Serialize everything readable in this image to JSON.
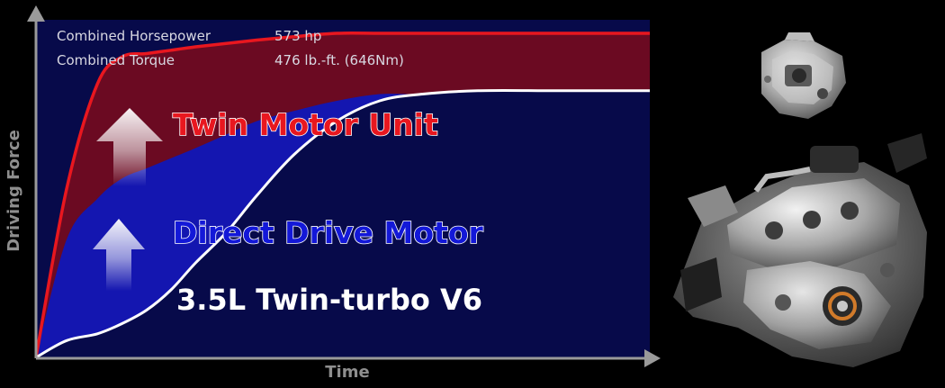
{
  "stats": {
    "horsepower_label": "Combined Horsepower",
    "horsepower_value": "573 hp",
    "torque_label": "Combined Torque",
    "torque_value": "476 lb.-ft. (646Nm)"
  },
  "colors": {
    "plot_background": "#070a4a",
    "twin_motor_fill": "#6b0a22",
    "twin_motor_line": "#e8171f",
    "direct_drive_fill": "#1416b0",
    "v6_line": "#ffffff",
    "axis": "#9a9a9a"
  },
  "chart_data": {
    "type": "area",
    "stacked": true,
    "xlabel": "Time",
    "ylabel": "Driving Force",
    "xlim": [
      0,
      100
    ],
    "ylim": [
      0,
      100
    ],
    "grid": false,
    "series": [
      {
        "name": "3.5L Twin-turbo V6",
        "x": [
          0,
          5,
          10,
          14,
          18,
          22,
          26,
          31,
          36,
          42,
          49,
          56,
          63,
          72,
          85,
          100
        ],
        "y": [
          0,
          5,
          7,
          10,
          14,
          20,
          28,
          37,
          48,
          60,
          70,
          76,
          78,
          79,
          79,
          79
        ]
      },
      {
        "name": "Direct Drive Motor",
        "x": [
          0,
          5,
          10,
          14,
          18,
          22,
          26,
          31,
          36,
          42,
          49,
          56,
          63,
          72,
          85,
          100
        ],
        "y": [
          0,
          35,
          47,
          53,
          56,
          59,
          62,
          66,
          70,
          73,
          76,
          78,
          78,
          79,
          79,
          79
        ]
      },
      {
        "name": "Twin Motor Unit",
        "x": [
          0,
          5,
          10,
          14,
          18,
          22,
          26,
          31,
          36,
          42,
          49,
          56,
          63,
          72,
          85,
          100
        ],
        "y": [
          0,
          50,
          81,
          89,
          90,
          91,
          92,
          93,
          94,
          95,
          96,
          96,
          96,
          96,
          96,
          96
        ]
      }
    ],
    "annotations": [
      "Twin Motor Unit",
      "Direct Drive Motor",
      "3.5L Twin-turbo V6"
    ]
  },
  "illustrations": {
    "motor_unit": "twin-motor-unit-illustration",
    "engine": "v6-engine-illustration"
  }
}
